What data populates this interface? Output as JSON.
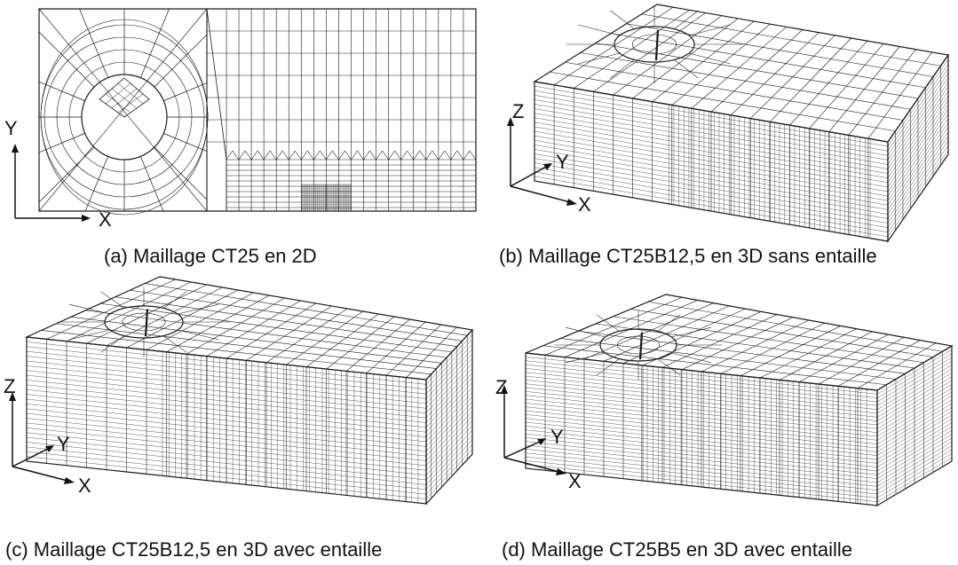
{
  "figure": {
    "panels": [
      {
        "id": "a",
        "caption": "(a) Maillage CT25 en 2D",
        "axes": [
          "Y",
          "X"
        ]
      },
      {
        "id": "b",
        "caption": "(b) Maillage CT25B12,5 en 3D sans entaille",
        "axes": [
          "Z",
          "Y",
          "X"
        ]
      },
      {
        "id": "c",
        "caption": "(c) Maillage CT25B12,5 en 3D avec entaille",
        "axes": [
          "Z",
          "Y",
          "X"
        ]
      },
      {
        "id": "d",
        "caption": "(d) Maillage CT25B5 en 3D avec entaille",
        "axes": [
          "Z",
          "Y",
          "X"
        ]
      }
    ]
  }
}
